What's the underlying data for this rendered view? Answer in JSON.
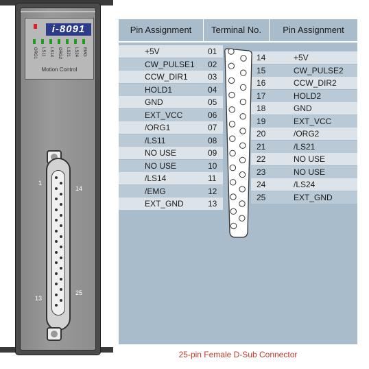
{
  "module": {
    "logo": "i-8091",
    "led_labels": [
      "ORG1",
      "LS11",
      "LS14",
      "ORG2",
      "LS21",
      "LS24",
      "EMG"
    ],
    "subtitle": "Motion Control",
    "connector_labels": {
      "top_left": "1",
      "top_right": "14",
      "bottom_left": "13",
      "bottom_right": "25"
    }
  },
  "colors": {
    "table_bg": "#a8bccc",
    "row_light": "#dce4ea",
    "row_dark": "#b9cad6",
    "caption": "#c0392b",
    "logo_bg": "#2d3b8c"
  },
  "table": {
    "headers": [
      "Pin Assignment",
      "Terminal No.",
      "Pin Assignment"
    ],
    "left_pins": [
      {
        "name": "+5V",
        "num": "01"
      },
      {
        "name": "CW_PULSE1",
        "num": "02"
      },
      {
        "name": "CCW_DIR1",
        "num": "03"
      },
      {
        "name": "HOLD1",
        "num": "04"
      },
      {
        "name": "GND",
        "num": "05"
      },
      {
        "name": "EXT_VCC",
        "num": "06"
      },
      {
        "name": "/ORG1",
        "num": "07"
      },
      {
        "name": "/LS11",
        "num": "08"
      },
      {
        "name": "NO USE",
        "num": "09"
      },
      {
        "name": "NO USE",
        "num": "10"
      },
      {
        "name": "/LS14",
        "num": "11"
      },
      {
        "name": "/EMG",
        "num": "12"
      },
      {
        "name": "EXT_GND",
        "num": "13"
      }
    ],
    "right_pins": [
      {
        "name": "+5V",
        "num": "14"
      },
      {
        "name": "CW_PULSE2",
        "num": "15"
      },
      {
        "name": "CCW_DIR2",
        "num": "16"
      },
      {
        "name": "HOLD2",
        "num": "17"
      },
      {
        "name": "GND",
        "num": "18"
      },
      {
        "name": "EXT_VCC",
        "num": "19"
      },
      {
        "name": "/ORG2",
        "num": "20"
      },
      {
        "name": "/LS21",
        "num": "21"
      },
      {
        "name": "NO USE",
        "num": "22"
      },
      {
        "name": "NO USE",
        "num": "23"
      },
      {
        "name": "/LS24",
        "num": "24"
      },
      {
        "name": "EXT_GND",
        "num": "25"
      }
    ]
  },
  "caption": "25-pin Female D-Sub Connector"
}
